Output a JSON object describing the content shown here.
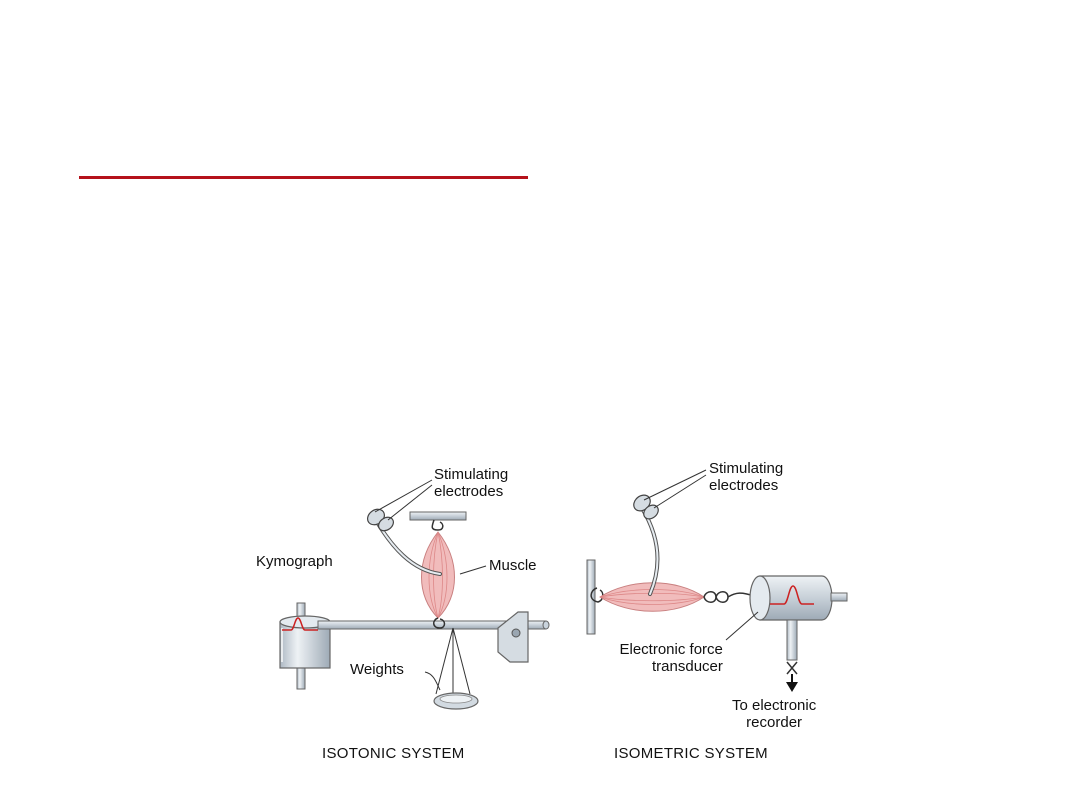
{
  "colors": {
    "rule": "#b5121b",
    "muscle": "#e8a0a0",
    "trace": "#cc2222",
    "metal": "#c9d3dc",
    "outline": "#555555"
  },
  "isotonic": {
    "stimulating_electrodes_label": [
      "Stimulating",
      "electrodes"
    ],
    "kymograph_label": "Kymograph",
    "muscle_label": "Muscle",
    "weights_label": "Weights",
    "caption": "ISOTONIC SYSTEM"
  },
  "isometric": {
    "stimulating_electrodes_label": [
      "Stimulating",
      "electrodes"
    ],
    "transducer_label": [
      "Electronic force",
      "transducer"
    ],
    "recorder_label": [
      "To electronic",
      "recorder"
    ],
    "caption": "ISOMETRIC SYSTEM"
  }
}
